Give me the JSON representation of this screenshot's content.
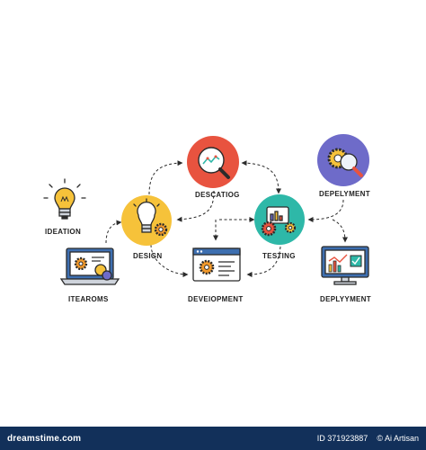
{
  "labels": {
    "ideation": "IDEATION",
    "design": "DESIGN",
    "descatiog": "DESCATIOG",
    "testing": "TESTING",
    "depelyment": "DEPELYMENT",
    "itearoms": "ITEAROMS",
    "deveiopment": "DEVEIOPMENT",
    "deplyyment": "DEPLYYMENT"
  },
  "icons": {
    "ideation": "lightbulb-icon",
    "design": "lightbulb-gear-icon",
    "descatiog": "magnifier-chart-icon",
    "testing": "gear-chart-icon",
    "depelyment": "gear-magnifier-icon",
    "itearoms": "laptop-gear-icon",
    "deveiopment": "browser-gear-icon",
    "deplyyment": "monitor-chart-icon"
  },
  "colors": {
    "red": "#e8533f",
    "yellow": "#f6c23a",
    "teal": "#2eb8a8",
    "purple": "#6e6bc9",
    "orange": "#f39a2b",
    "outline": "#2b2b2b",
    "footer": "#12305a"
  },
  "footer": {
    "left": "dreamstime.com",
    "id": "ID 371923887",
    "author": "© Ai Artisan"
  }
}
